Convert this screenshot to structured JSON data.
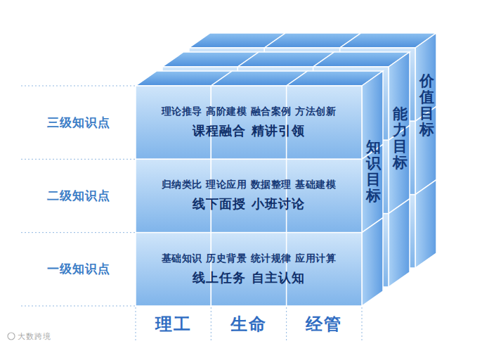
{
  "diagram": {
    "nodes": [
      {
        "text": [
          "理论推导 高阶建模 融合案例 方法创新",
          "课程融合 精讲引领"
        ]
      },
      {
        "text": [
          "归纳类比 理论应用 数据整理 基础建模",
          "线下面授 小班讨论"
        ]
      },
      {
        "text": [
          "基础知识 历史背景 统计规律 应用计算",
          "线上任务 自主认知"
        ]
      },
      {
        "text": [
          "知识目标"
        ]
      },
      {
        "text": [
          "能力目标"
        ]
      },
      {
        "text": [
          "价值目标"
        ]
      }
    ],
    "labels": [
      "三级知识点",
      "二级知识点",
      "一级知识点",
      "理工",
      "生命",
      "经管",
      "大数跨境"
    ]
  }
}
